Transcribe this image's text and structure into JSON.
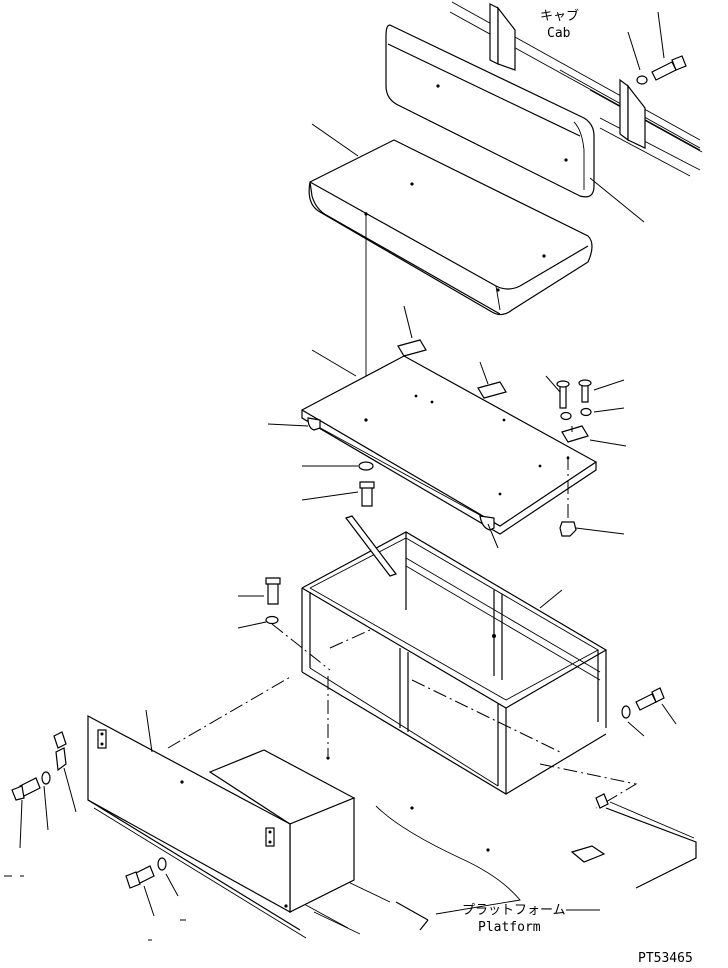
{
  "labels": {
    "cab_ja": "キャブ",
    "cab_en": "Cab",
    "platform_ja": "プラットフォーム",
    "platform_en": "Platform",
    "part_code": "PT53465"
  }
}
